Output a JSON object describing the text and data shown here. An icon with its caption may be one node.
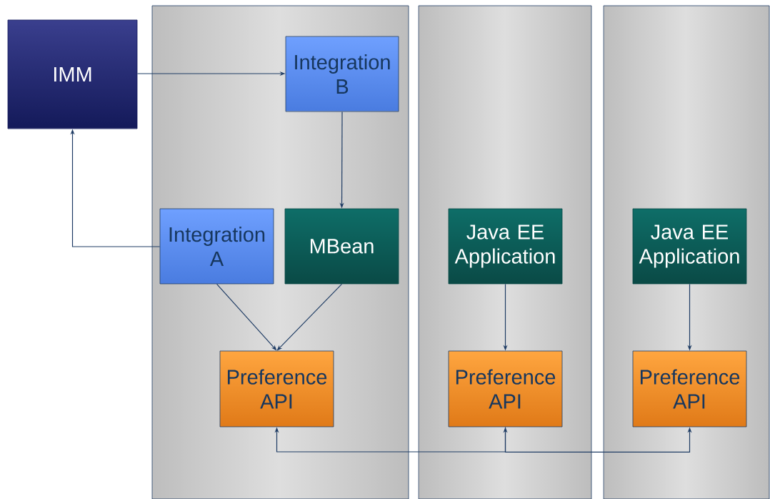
{
  "diagram": {
    "nodes": [
      {
        "text": [
          "IMM"
        ]
      },
      {
        "text": [],
        "shape": "box"
      },
      {
        "text": [
          "Integration B"
        ],
        "in": 1
      },
      {
        "text": [
          "Integration A"
        ],
        "in": 1
      },
      {
        "text": [
          "MBean"
        ],
        "in": 1
      },
      {
        "text": [
          "Preference API"
        ],
        "in": 1
      },
      {
        "text": [],
        "shape": "box"
      },
      {
        "text": [
          "Java EE Application"
        ],
        "in": 6
      },
      {
        "text": [
          "Preference API"
        ],
        "in": 6
      },
      {
        "text": [],
        "shape": "box"
      },
      {
        "text": [
          "Java EE Application"
        ],
        "in": 9
      },
      {
        "text": [
          "Preference API"
        ],
        "in": 9
      }
    ],
    "edges": [
      {
        "from": 0,
        "to": 2,
        "arrow": "to"
      },
      {
        "from": 3,
        "to": 0,
        "arrow": "to"
      },
      {
        "from": 2,
        "to": 4,
        "arrow": "to"
      },
      {
        "from": 3,
        "to": 5,
        "arrow": "to"
      },
      {
        "from": 4,
        "to": 5,
        "arrow": "to"
      },
      {
        "from": 7,
        "to": 8,
        "arrow": "to"
      },
      {
        "from": 10,
        "to": 11,
        "arrow": "to"
      },
      {
        "from": 5,
        "to": 8,
        "arrow": "both"
      },
      {
        "from": 8,
        "to": 11,
        "arrow": "to"
      }
    ]
  }
}
